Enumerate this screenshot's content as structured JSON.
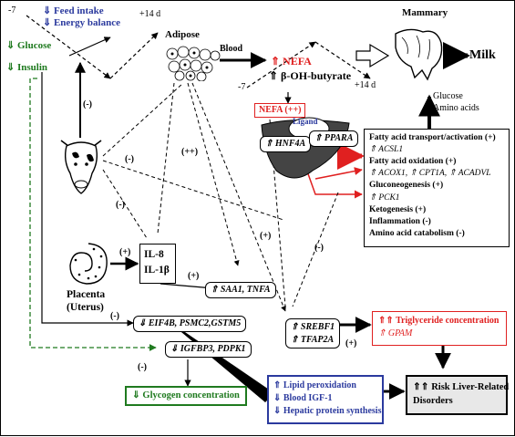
{
  "intake": {
    "time_start": "-7",
    "feed_intake": "⇓ Feed intake",
    "energy_balance": "⇓ Energy balance",
    "time_end": "+14 d"
  },
  "signals": {
    "glucose": "⇓ Glucose",
    "insulin": "⇓ Insulin"
  },
  "adipose": {
    "label": "Adipose",
    "blood_label": "Blood"
  },
  "blood_metabolites": {
    "time_start": "-7",
    "nefa": "⇑ NEFA",
    "bohb": "⇑ β-OH-butyrate",
    "time_end": "+14 d"
  },
  "mammary": {
    "label": "Mammary",
    "milk": "Milk",
    "glucose": "Glucose",
    "amino_acids": "Amino acids"
  },
  "liver": {
    "nefa_box": "NEFA (++)",
    "ligand": "Ligand",
    "hnf4a": "⇑ HNF4A",
    "ppara": "⇑ PPARA"
  },
  "liver_functions": {
    "items": [
      "Fatty acid transport/activation (+)",
      "⇑ ACSL1",
      "Fatty acid oxidation (+)",
      "⇑ ACOX1, ⇑ CPT1A, ⇑ ACADVL",
      "Gluconeogenesis (+)",
      "⇑ PCK1",
      "Ketogenesis (+)",
      "Inflammation (-)",
      "Amino acid catabolism (-)"
    ]
  },
  "placenta": {
    "label": "Placenta",
    "sub": "(Uterus)",
    "il8": "IL-8",
    "il1b": "IL-1β"
  },
  "genes": {
    "saa1": "⇑ SAA1, TNFA",
    "eif4b": "⇓ EIF4B, PSMC2,GSTM5",
    "igfbp3": "⇓ IGFBP3, PDPK1",
    "srebf1": "⇑ SREBF1",
    "tfap2a": "⇑ TFAP2A"
  },
  "outcomes": {
    "triglyceride": "⇑⇑ Triglyceride concentration",
    "gpam": "⇑ GPAM",
    "glycogen": "⇓ Glycogen concentration",
    "lipid_peroxidation": "⇑ Lipid peroxidation",
    "igf1": "⇓ Blood IGF-1",
    "protein_synthesis": "⇓ Hepatic protein synthesis",
    "risk": "⇑⇑ Risk Liver-Related",
    "disorders": "Disorders"
  },
  "signs": {
    "s1": "(-)",
    "s2": "(++)",
    "s3": "(-)",
    "s4": "(-)",
    "s5": "(+)",
    "s6": "(+)",
    "s7": "(+)",
    "s8": "(-)",
    "s9": "(-)",
    "s10": "(+)",
    "s11": "(-)"
  },
  "colors": {
    "blue": "#2b3a9e",
    "green": "#1f7a1f",
    "red": "#e02020",
    "black": "#000000"
  }
}
